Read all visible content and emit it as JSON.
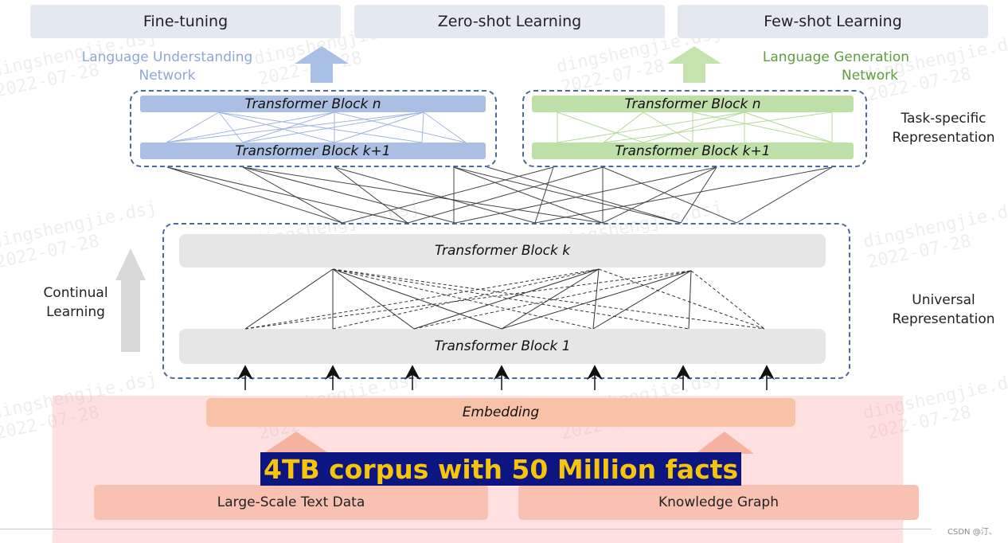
{
  "top_tasks": [
    "Fine-tuning",
    "Zero-shot Learning",
    "Few-shot Learning"
  ],
  "networks": {
    "understanding": {
      "line1": "Language Understanding",
      "line2": "Network"
    },
    "generation": {
      "line1": "Language Generation",
      "line2": "Network"
    }
  },
  "blocks": {
    "blue_top": "Transformer Block n",
    "blue_bottom": "Transformer Block k+1",
    "green_top": "Transformer Block n",
    "green_bottom": "Transformer Block k+1",
    "universal_top": "Transformer Block k",
    "universal_bottom": "Transformer Block 1"
  },
  "side_labels": {
    "task_specific": {
      "line1": "Task-specific",
      "line2": "Representation"
    },
    "universal": {
      "line1": "Universal",
      "line2": "Representation"
    },
    "continual": {
      "line1": "Continual",
      "line2": "Learning"
    }
  },
  "embedding": "Embedding",
  "banner": "4TB corpus with 50 Million facts",
  "sources": {
    "text": "Large-Scale Text Data",
    "kg": "Knowledge Graph"
  },
  "watermark": {
    "line1": "dingshengjie.dsj",
    "line2": "2022-07-28"
  },
  "credit": "CSDN @汀、",
  "colors": {
    "blue_bar": "#aabfe3",
    "green_bar": "#bfdfa9",
    "gray_bar": "#e6e6e6",
    "orange_bar": "#f7c2a6",
    "banner_bg": "#0d1580",
    "banner_text": "#f5c40b",
    "dashed_border": "#4a6a9a"
  }
}
